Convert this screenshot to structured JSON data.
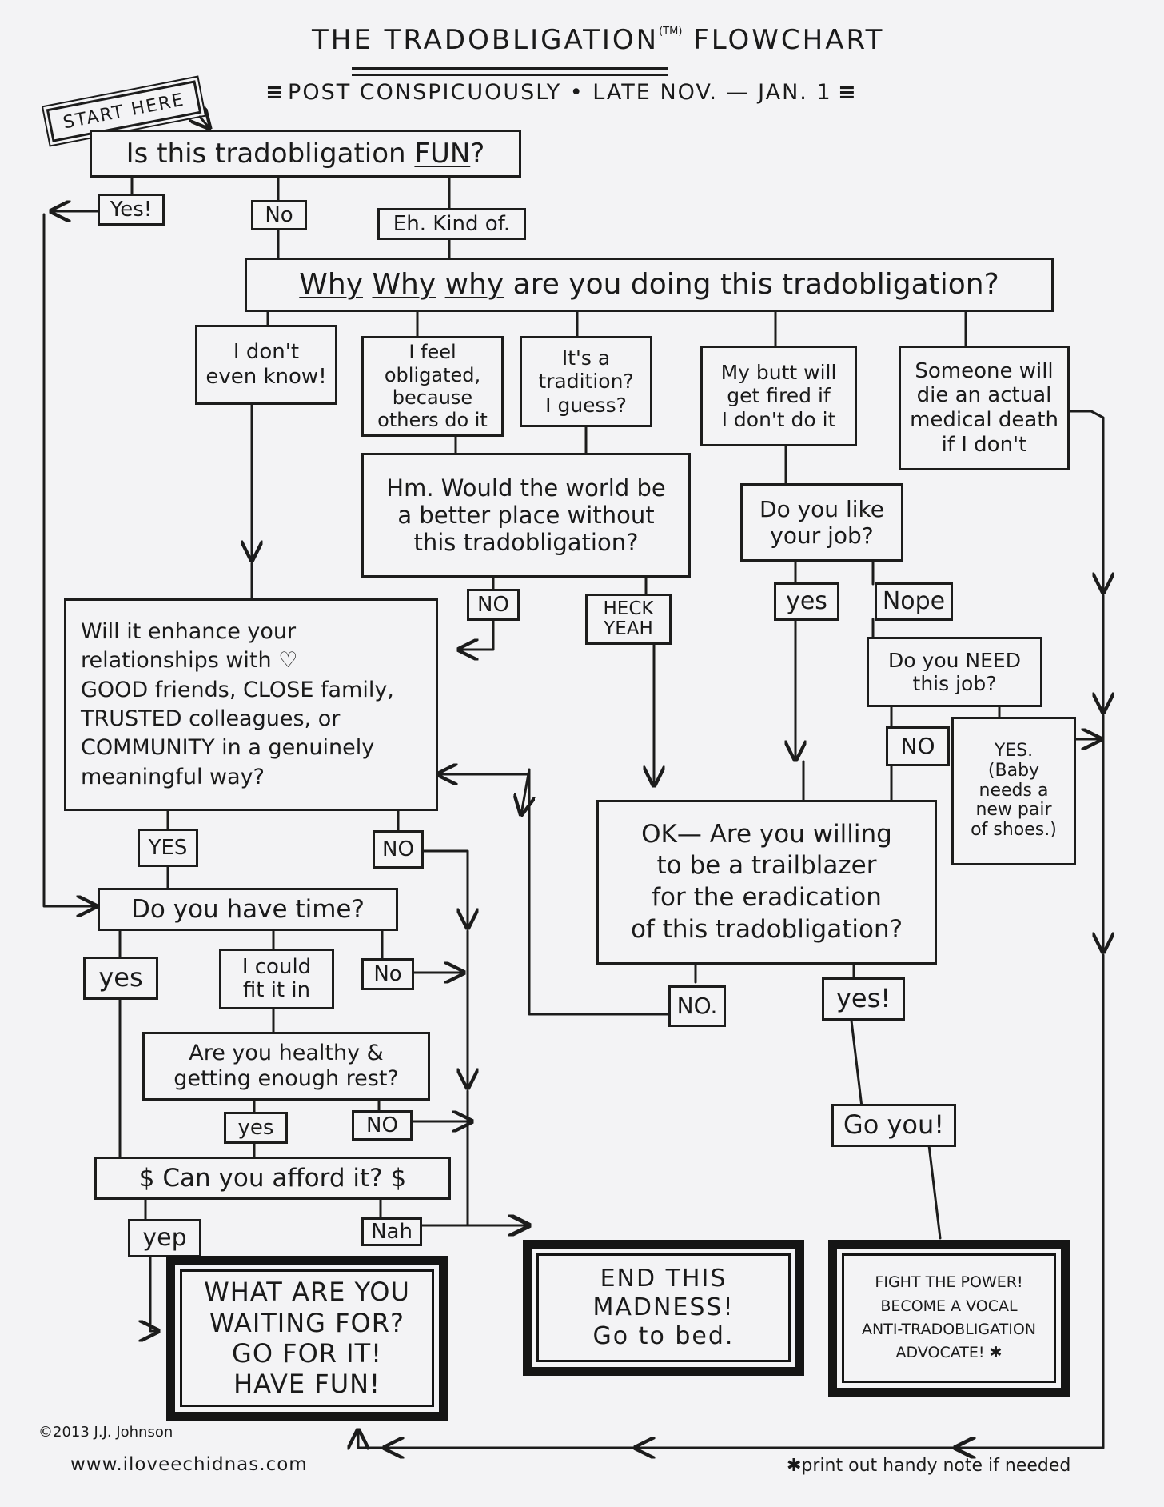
{
  "title": {
    "main": "THE TRADOBLIGATION",
    "tm": "(TM)",
    "suffix": "FLOWCHART",
    "subtitle": "POST CONSPICUOUSLY • LATE NOV. — JAN. 1"
  },
  "start_label": "START HERE",
  "nodes": {
    "is_fun": {
      "lead": "Is this tradobligation ",
      "emph": "FUN",
      "tail": "?"
    },
    "ans_yes1": "Yes!",
    "ans_no1": "No",
    "ans_kindof": "Eh. Kind of.",
    "why": {
      "w1": "Why",
      "w2": "Why",
      "w3": "why",
      "rest": " are you doing this tradobligation?"
    },
    "dont_know": "I don't\neven know!",
    "obligated": "I feel\nobligated,\nbecause\nothers do it",
    "tradition": "It's a\ntradition?\nI guess?",
    "butt_fired": "My butt will\nget fired if\nI don't do it",
    "medical_death": "Someone will\ndie an actual\nmedical death\nif I don't",
    "world_better": "Hm. Would the world be\na better place without\nthis tradobligation?",
    "ans_no_world": "NO",
    "ans_heck_yeah": "HECK\nYEAH",
    "like_job": "Do you like\nyour job?",
    "ans_yes_job": "yes",
    "ans_nope": "Nope",
    "need_job": "Do you NEED\nthis job?",
    "ans_no_need": "NO",
    "ans_yes_baby": "YES.\n(Baby\nneeds a\nnew pair\nof shoes.)",
    "enhance": "Will it enhance your\nrelationships with ♡\nGOOD friends, CLOSE family,\nTRUSTED colleagues, or\nCOMMUNITY in a genuinely\nmeaningful way?",
    "ans_yes_enh": "YES",
    "ans_no_enh": "NO",
    "trailblazer": "OK— Are you willing\nto be a trailblazer\nfor the eradication\nof this tradobligation?",
    "ans_no_trail": "NO.",
    "ans_yes_trail": "yes!",
    "have_time": "Do you have time?",
    "ans_yes_time": "yes",
    "ans_fit": "I could\nfit it in",
    "ans_no_time": "No",
    "healthy": "Are you healthy &\ngetting enough rest?",
    "ans_yes_health": "yes",
    "ans_no_health": "NO",
    "afford": "$ Can you afford it? $",
    "ans_yep": "yep",
    "ans_nah": "Nah",
    "go_you": "Go you!"
  },
  "outcomes": {
    "go_for_it": "WHAT ARE YOU\nWAITING FOR?\nGO FOR IT!\nHAVE FUN!",
    "end_madness": "END THIS\nMADNESS!\nGo to bed.",
    "fight_power": "FIGHT THE POWER!\nBECOME A VOCAL\nANTI-TRADOBLIGATION\nADVOCATE! ✱"
  },
  "footer": {
    "copyright": "©2013 J.J. Johnson",
    "website": "www.iloveechidnas.com",
    "footnote": "✱print out handy note if needed"
  },
  "colors": {
    "ink": "#1c1c1c",
    "paper": "#f3f3f5"
  }
}
